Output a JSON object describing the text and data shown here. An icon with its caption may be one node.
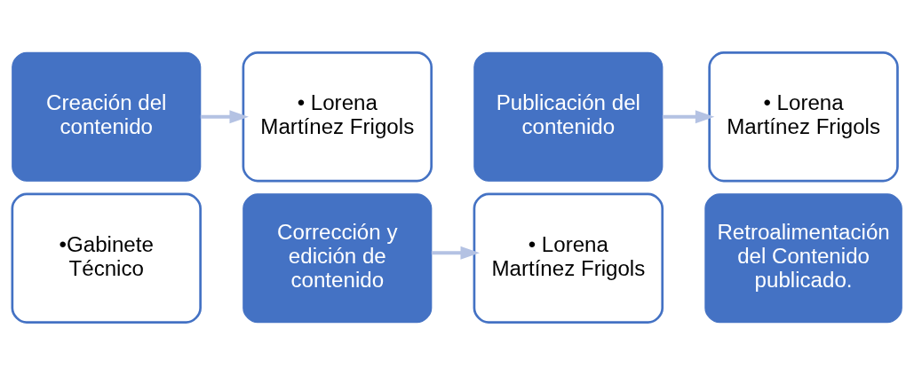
{
  "diagram": {
    "nodes": [
      {
        "text": [
          "•Gabinete Técnico"
        ]
      },
      {
        "text": [
          "Creación del contenido"
        ]
      },
      {
        "text": [
          "Corrección y edición de contenido"
        ]
      },
      {
        "text": [
          "• Lorena Martínez Frigols"
        ]
      },
      {
        "text": [
          "• Lorena Martínez Frigols"
        ]
      },
      {
        "text": [
          "Publicación del contenido"
        ]
      },
      {
        "text": [
          "Retroalimentación del Contenido publicado."
        ]
      },
      {
        "text": [
          "• Lorena Martínez Frigols"
        ]
      }
    ],
    "edges": [
      {
        "from": 1,
        "to": 3,
        "arrow": "to"
      },
      {
        "from": 2,
        "to": 4,
        "arrow": "to"
      },
      {
        "from": 5,
        "to": 7,
        "arrow": "to"
      }
    ]
  }
}
